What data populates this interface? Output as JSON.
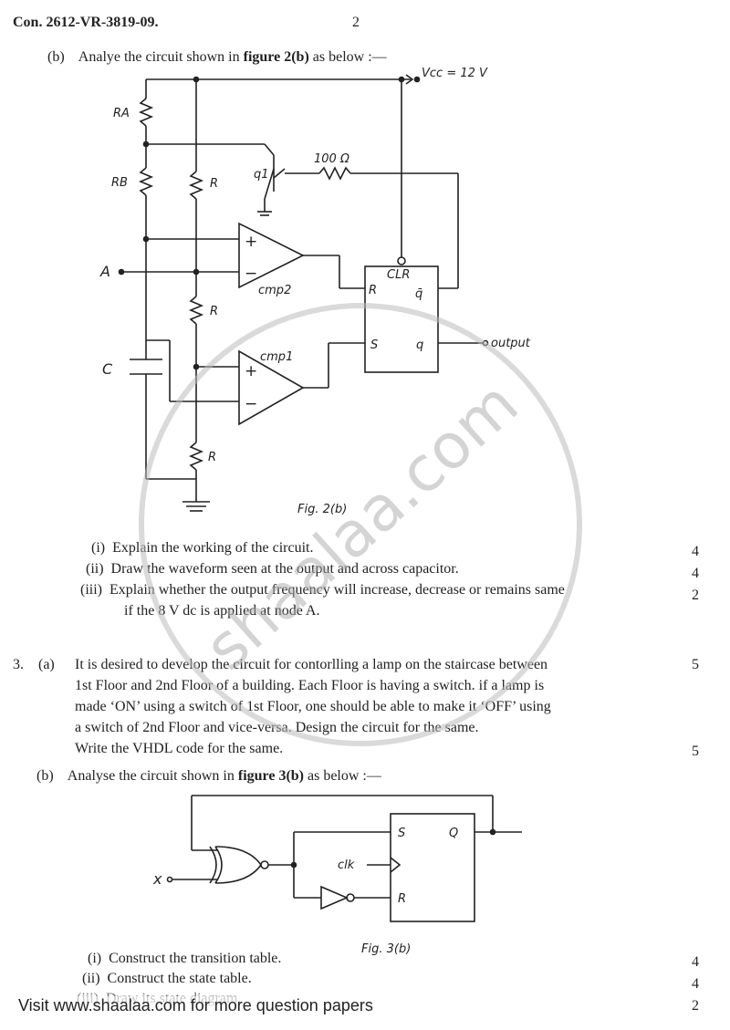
{
  "header": {
    "code": "Con. 2612-VR-3819-09.",
    "page": "2"
  },
  "q2b": {
    "label": "(b)",
    "text": "Analye the circuit shown in",
    "fig_ref": "figure 2(b)",
    "suffix": "as below :—",
    "figure": {
      "vcc": "Vcc = 12 V",
      "ra": "RA",
      "rb": "RB",
      "r": "R",
      "q1": "q1",
      "res100": "100 Ω",
      "node_a": "A",
      "cap": "C",
      "cmp1": "cmp1",
      "cmp2": "cmp2",
      "clr": "CLR",
      "ff_r": "R",
      "ff_s": "S",
      "ff_qbar": "q̄",
      "ff_q": "q",
      "output": "output",
      "caption": "Fig. 2(b)"
    },
    "items": [
      {
        "num": "(i)",
        "text": "Explain the working of the circuit.",
        "marks": "4"
      },
      {
        "num": "(ii)",
        "text": "Draw the waveform seen at the output and across capacitor.",
        "marks": "4"
      },
      {
        "num": "(iii)",
        "text": "Explain whether the output frequency will increase, decrease or remains same",
        "text2": "if the 8 V dc is applied at node A.",
        "marks": "2"
      }
    ]
  },
  "q3a": {
    "num": "3.",
    "label": "(a)",
    "lines": [
      "It is desired to develop the circuit for contorlling a lamp on the staircase between",
      "1st Floor and 2nd Floor of a building.  Each Floor is having a switch.  if a lamp is",
      "made ‘ON’ using a switch of 1st Floor, one should be able to make it ‘OFF’ using",
      "a switch of 2nd Floor and vice-versa.  Design the circuit for the same.",
      "Write the VHDL code for the same."
    ],
    "marks1": "5",
    "marks2": "5"
  },
  "q3b": {
    "label": "(b)",
    "text": "Analyse the circuit shown in",
    "fig_ref": "figure 3(b)",
    "suffix": "as below :—",
    "figure": {
      "x": "x",
      "clk": "clk",
      "s": "S",
      "r": "R",
      "q": "Q",
      "caption": "Fig. 3(b)"
    },
    "items": [
      {
        "num": "(i)",
        "text": "Construct the transition table.",
        "marks": "4"
      },
      {
        "num": "(ii)",
        "text": "Construct the state table.",
        "marks": "4"
      },
      {
        "num": "(iii)",
        "text": "Draw its state diagram.",
        "marks": "2"
      }
    ]
  },
  "footer": {
    "text": "Visit www.shaalaa.com for more question papers"
  },
  "watermark": {
    "text": "shaalaa.com"
  }
}
